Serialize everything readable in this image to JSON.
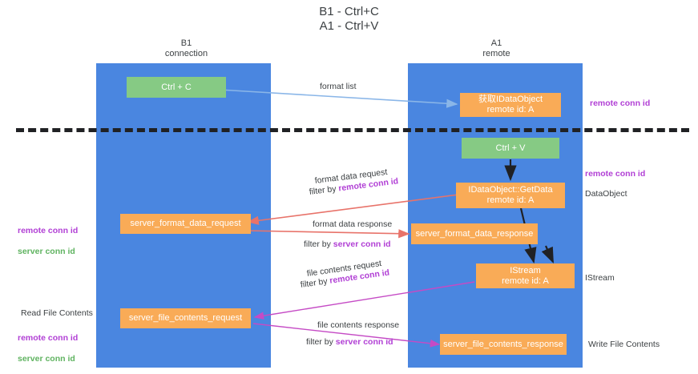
{
  "title": "B1 - Ctrl+C\nA1 - Ctrl+V",
  "lanes": [
    {
      "id": "b1",
      "header": "B1\nconnection"
    },
    {
      "id": "a1",
      "header": "A1\nremote"
    }
  ],
  "boxes": {
    "ctrl_c": "Ctrl + C",
    "get_dataobject": "获取IDataObject\nremote id: A",
    "ctrl_v": "Ctrl + V",
    "idataobject_getdata": "IDataObject::GetData\nremote id: A",
    "server_format_data_request": "server_format_data_request",
    "server_format_data_response": "server_format_data_response",
    "istream": "IStream\nremote id: A",
    "server_file_contents_request": "server_file_contents_request",
    "server_file_contents_response": "server_file_contents_response"
  },
  "edges": {
    "format_list": "format list",
    "format_data_request": "format data request",
    "format_data_request_filter_prefix": "filter by ",
    "format_data_request_filter_key": "remote conn id",
    "format_data_response": "format data response",
    "format_data_response_filter_prefix": "filter by ",
    "format_data_response_filter_key": "server conn id",
    "file_contents_request": "file contents request",
    "file_contents_request_filter_prefix": "filter by ",
    "file_contents_request_filter_key": "remote conn id",
    "file_contents_response": "file contents response",
    "file_contents_response_filter_prefix": "filter by ",
    "file_contents_response_filter_key": "server conn id"
  },
  "annotations": {
    "right_remote_conn_id_top": "remote conn id",
    "right_remote_conn_id_mid": "remote conn id",
    "right_dataobject": "DataObject",
    "right_istream": "IStream",
    "right_write_file_contents": "Write File Contents",
    "left_conn_ids_top": "remote conn id\nserver conn id",
    "left_read_file_contents": "Read File Contents",
    "left_conn_ids_bottom": "remote conn id\nserver conn id"
  },
  "colors": {
    "lane": "#4a86e0",
    "green_box": "#86ca84",
    "orange_box": "#f9ab57",
    "purple_text": "#b13fd5",
    "green_text": "#5fb360",
    "arrow_blue": "#8ab6e8",
    "arrow_red": "#e8736a",
    "arrow_magenta": "#c54bc5",
    "arrow_black": "#202124",
    "divider": "#202124"
  }
}
